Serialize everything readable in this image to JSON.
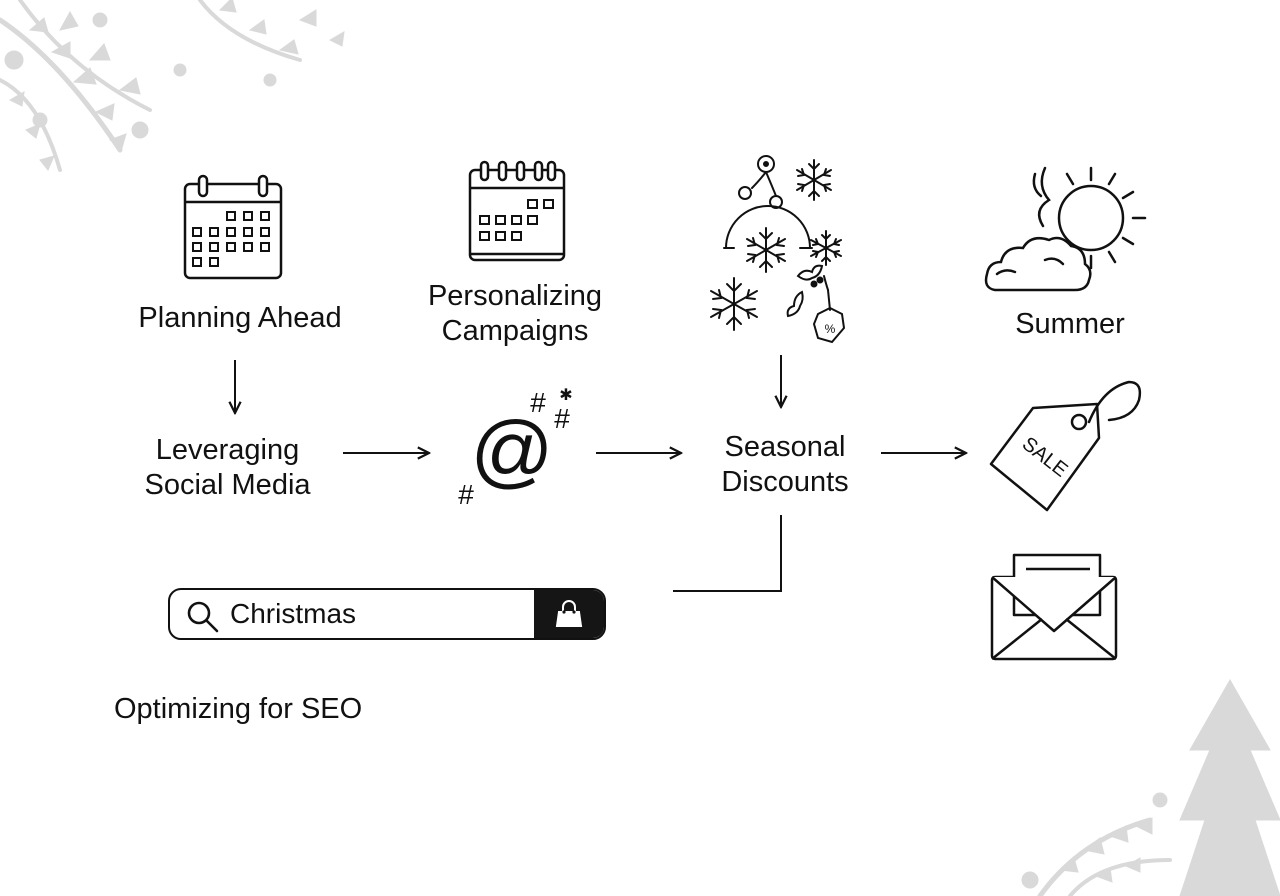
{
  "nodes": {
    "planning": {
      "label": "Planning Ahead",
      "icon": "calendar-icon"
    },
    "personalizing": {
      "label_line1": "Personalizing",
      "label_line2": "Campaigns",
      "icon": "calendar-icon"
    },
    "social": {
      "label_line1": "Leveraging",
      "label_line2": "Social Media",
      "icon": "at-hashtag-icon"
    },
    "seasonal": {
      "label_line1": "Seasonal",
      "label_line2": "Discounts",
      "icon": "winter-holiday-icons"
    },
    "summer": {
      "label": "Summer",
      "icon": "sun-cloud-icon"
    },
    "seo": {
      "label": "Optimizing for SEO",
      "search_value": "Christmas",
      "icon": "search-bar-icon"
    }
  },
  "icons": {
    "sale_tag_text": "SALE",
    "ornament_text": "%",
    "hashtag_symbol": "#"
  },
  "edges": [
    {
      "from": "Planning Ahead",
      "to": "Leveraging Social Media"
    },
    {
      "from": "Leveraging Social Media",
      "to": "at-hashtag-icon"
    },
    {
      "from": "at-hashtag-icon",
      "to": "Seasonal Discounts"
    },
    {
      "from": "winter-holiday-icons",
      "to": "Seasonal Discounts"
    },
    {
      "from": "Seasonal Discounts",
      "to": "sale-tag-icon"
    },
    {
      "from": "Seasonal Discounts",
      "to": "Optimizing for SEO"
    }
  ],
  "colors": {
    "ink": "#111111",
    "background": "#ffffff",
    "search_button": "#151515",
    "foliage": "#d9d9d9"
  }
}
